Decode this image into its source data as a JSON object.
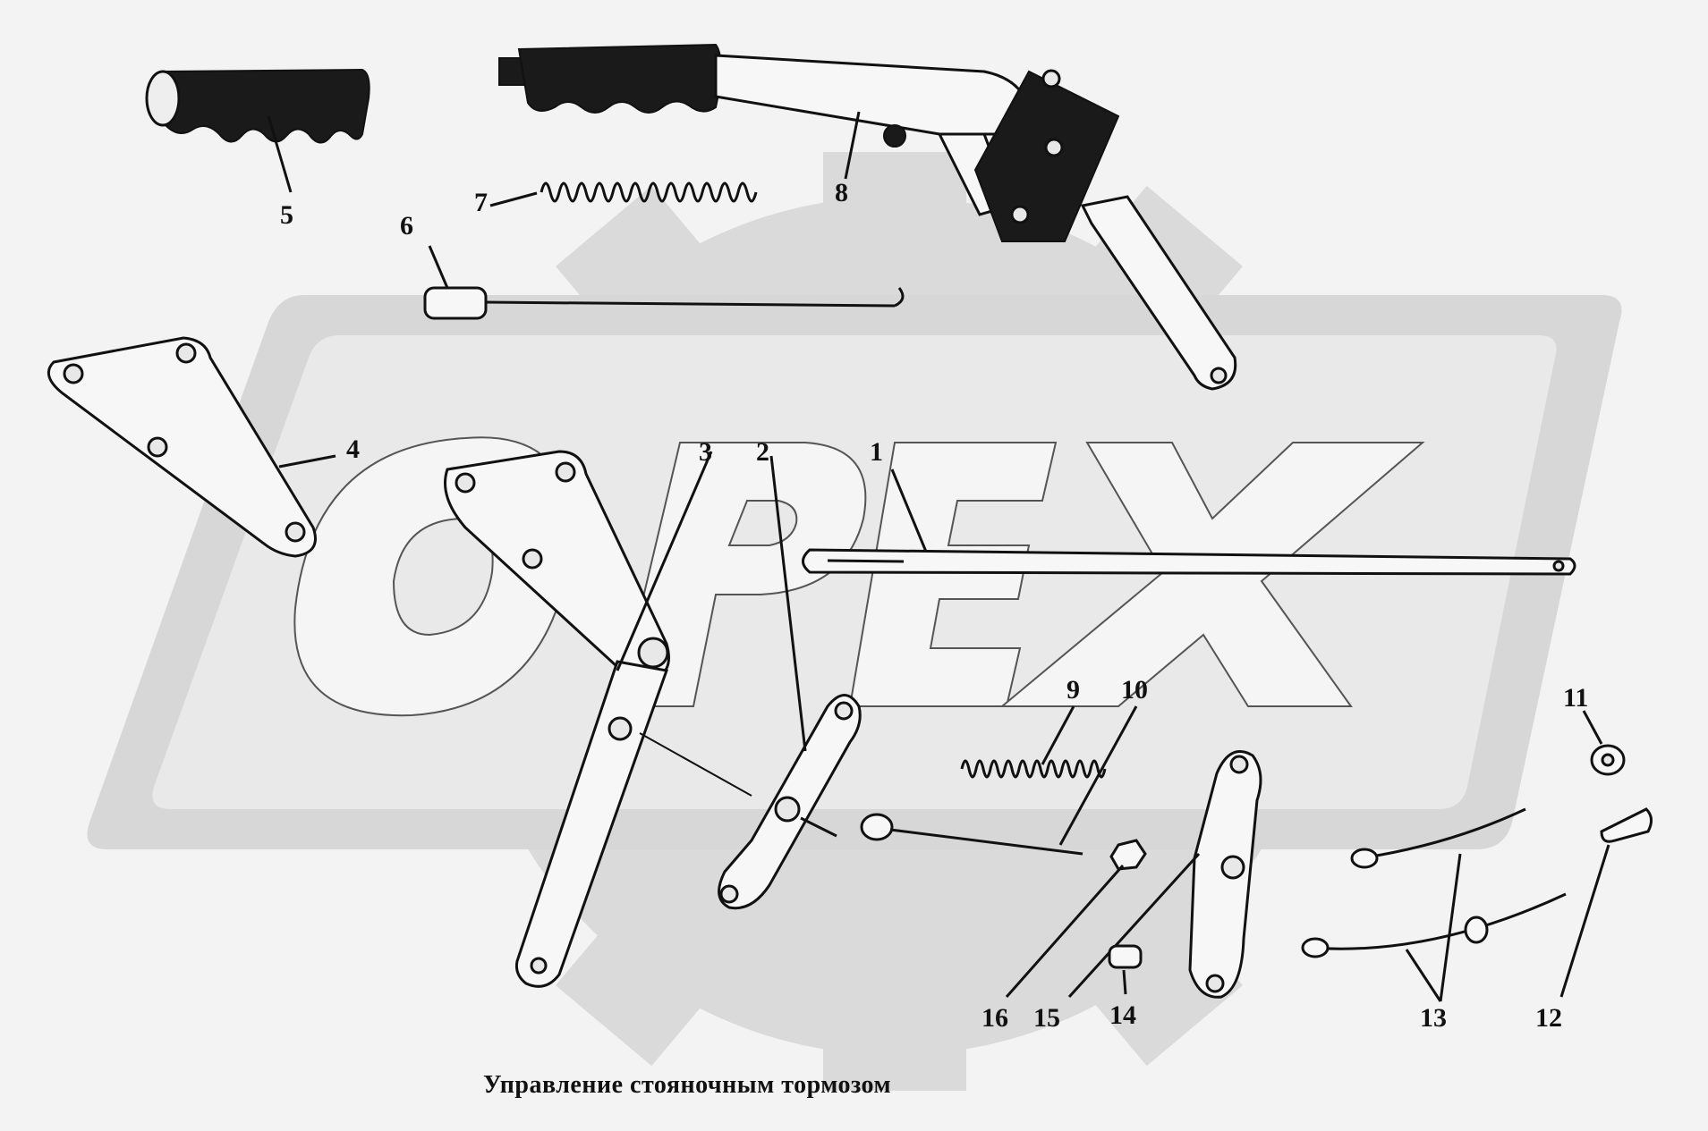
{
  "caption": "Управление стояночным тормозом",
  "watermark": {
    "text": "OPEX"
  },
  "colors": {
    "background": "#f3f3f3",
    "watermark": "#dcdcdc",
    "ink": "#111111"
  },
  "callouts": {
    "c1": "1",
    "c2": "2",
    "c3": "3",
    "c4": "4",
    "c5": "5",
    "c6": "6",
    "c7": "7",
    "c8": "8",
    "c9": "9",
    "c10": "10",
    "c11": "11",
    "c12": "12",
    "c13": "13",
    "c14": "14",
    "c15": "15",
    "c16": "16"
  }
}
